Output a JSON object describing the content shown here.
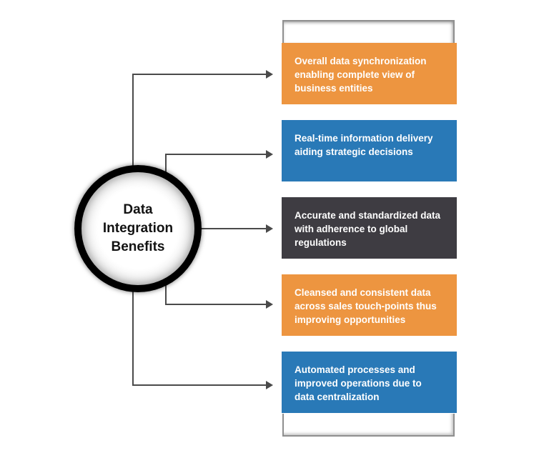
{
  "hub": {
    "label": "Data Integration Benefits"
  },
  "benefits": [
    {
      "text": "Overall data synchronization enabling complete view of business entities",
      "color": "#ED9540"
    },
    {
      "text": "Real-time information delivery aiding strategic decisions",
      "color": "#2979B7"
    },
    {
      "text": "Accurate and standardized data with adherence to global regulations",
      "color": "#3E3C42"
    },
    {
      "text": "Cleansed and consistent data across sales touch-points thus improving opportunities",
      "color": "#ED9540"
    },
    {
      "text": "Automated processes and improved operations due to data centralization",
      "color": "#2979B7"
    }
  ],
  "colors": {
    "orange": "#ED9540",
    "blue": "#2979B7",
    "dark_gray": "#3E3C42",
    "connector": "#4a4a4a",
    "cap_border": "#8f8f8f",
    "hub_ring": "#000000",
    "text_on_box": "#ffffff"
  }
}
